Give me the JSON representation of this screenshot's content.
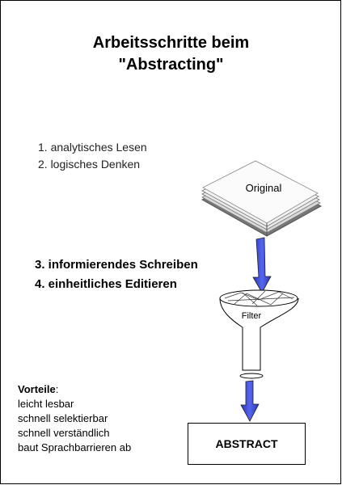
{
  "title": {
    "line1": "Arbeitsschritte beim",
    "line2": "\"Abstracting\""
  },
  "steps_light": [
    "1. analytisches Lesen",
    "2. logisches Denken"
  ],
  "steps_bold": [
    "3. informierendes Schreiben",
    "4. einheitliches Editieren"
  ],
  "advantages": {
    "heading": "Vorteile",
    "colon": ":",
    "items": [
      "leicht lesbar",
      "schnell selektierbar",
      "schnell verständlich",
      "baut Sprachbarrieren ab"
    ]
  },
  "diagram": {
    "original_label": "Original",
    "filter_label": "Filter",
    "abstract_label": "ABSTRACT",
    "arrow_color": "#4455dd"
  }
}
